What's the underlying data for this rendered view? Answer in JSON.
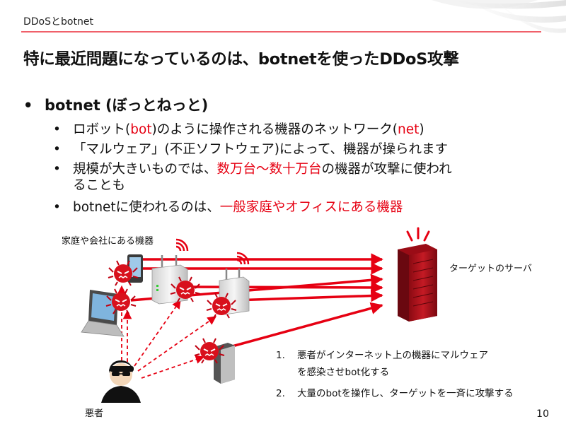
{
  "header": {
    "section": "DDoSとbotnet",
    "title": "特に最近問題になっているのは、botnetを使ったDDoS攻撃"
  },
  "main_bullet": {
    "dot": "•",
    "text": "botnet (ぼっとねっと)"
  },
  "sub_bullets": [
    {
      "pre": "ロボット(",
      "hl": "bot",
      "mid": ")のように操作される機器のネットワーク(",
      "hl2": "net",
      "post": ")"
    },
    {
      "pre": "「マルウェア」(不正ソフトウェア)によって、機器が操られます"
    },
    {
      "pre": "規模が大きいものでは、",
      "hl": "数万台〜数十万台",
      "post": "の機器が攻撃に使われ",
      "line2": "ることも"
    },
    {
      "pre": "botnetに使われるのは、",
      "hl": "一般家庭やオフィスにある機器"
    }
  ],
  "diagram": {
    "devices_label": "家庭や会社にある機器",
    "server_label": "ターゲットのサーバ",
    "attacker_label": "悪者",
    "steps": [
      {
        "num": "1.",
        "line1": "悪者がインターネット上の機器にマルウェア",
        "line2": "を感染させbot化する"
      },
      {
        "num": "2.",
        "line1": "大量のbotを操作し、ターゲットを一斉に攻撃する"
      }
    ],
    "colors": {
      "accent": "#e60012",
      "server": "#b0101a",
      "device": "#e9e9e9"
    }
  },
  "page_number": "10"
}
